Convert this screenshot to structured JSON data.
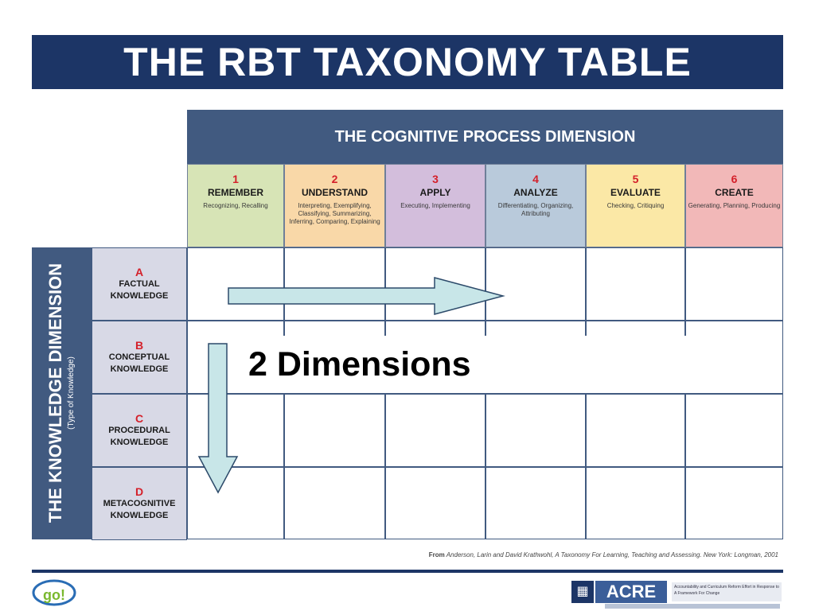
{
  "title": "THE RBT TAXONOMY TABLE",
  "cognitive_dimension": "THE COGNITIVE PROCESS DIMENSION",
  "processes": [
    {
      "num": "1",
      "name": "REMEMBER",
      "sub": "Recognizing, Recalling",
      "color": "#d7e4b6"
    },
    {
      "num": "2",
      "name": "UNDERSTAND",
      "sub": "Interpreting, Exemplifying, Classifying, Summarizing, Inferring, Comparing, Explaining",
      "color": "#f9d8a8"
    },
    {
      "num": "3",
      "name": "APPLY",
      "sub": "Executing, Implementing",
      "color": "#d3bedc"
    },
    {
      "num": "4",
      "name": "ANALYZE",
      "sub": "Differentiating, Organizing, Attributing",
      "color": "#b9cadb"
    },
    {
      "num": "5",
      "name": "EVALUATE",
      "sub": "Checking, Critiquing",
      "color": "#fbe8a6"
    },
    {
      "num": "6",
      "name": "CREATE",
      "sub": "Generating, Planning, Producing",
      "color": "#f2b8b8"
    }
  ],
  "knowledge_dimension": {
    "title": "THE KNOWLEDGE DIMENSION",
    "subtitle": "(Type of Knowledge)"
  },
  "knowledge": [
    {
      "letter": "A",
      "line1": "FACTUAL",
      "line2": "KNOWLEDGE"
    },
    {
      "letter": "B",
      "line1": "CONCEPTUAL",
      "line2": "KNOWLEDGE"
    },
    {
      "letter": "C",
      "line1": "PROCEDURAL",
      "line2": "KNOWLEDGE"
    },
    {
      "letter": "D",
      "line1": "METACOGNITIVE",
      "line2": "KNOWLEDGE"
    }
  ],
  "overlay_text": "2 Dimensions",
  "citation": {
    "from": "From",
    "text": "Anderson, Larin and David Krathwohl, A Taxonomy For Learning, Teaching and Assessing. New York: Longman, 2001"
  },
  "footer": {
    "logo_left_text": "go!",
    "acre_word": "ACRE",
    "acre_tagline": "Accountability and Curriculum Reform Effort in Response to A Framework For Change"
  },
  "colors": {
    "navy": "#1c3566",
    "header_blue": "#415a80",
    "arrow_fill": "#c8e6e8"
  }
}
